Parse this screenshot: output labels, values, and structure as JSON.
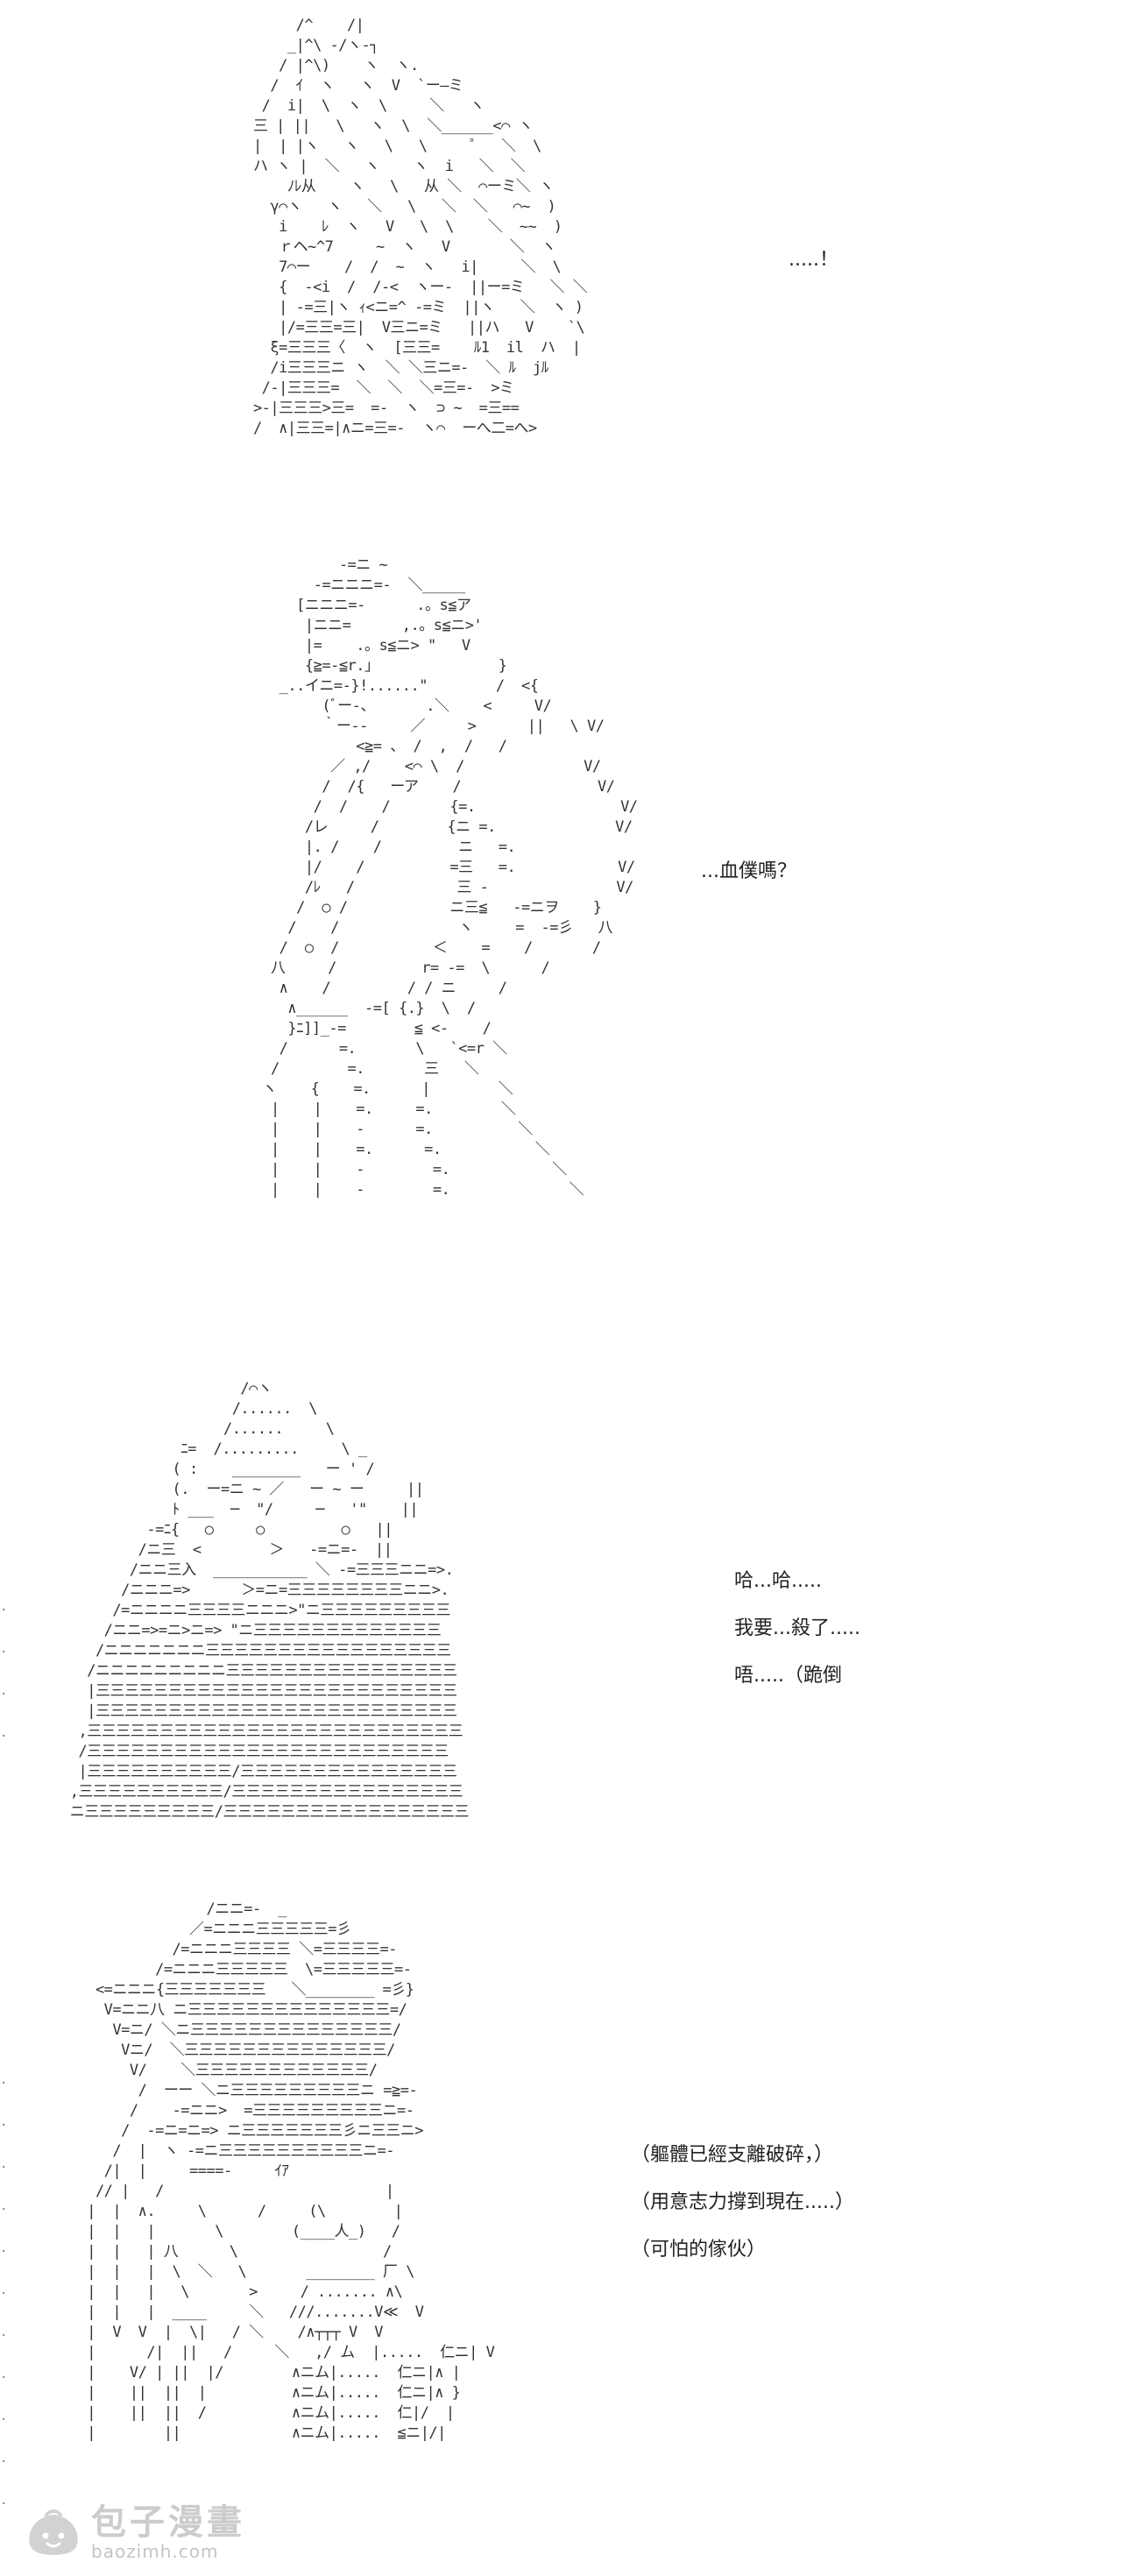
{
  "panels": [
    {
      "art": "         /^    /|\n        _|^\\ -/ヽ-┐\n       / |^\\)    ヽ  ヽ.\n      /  ｲ  ヽ   ヽ  V  `ー―ミ\n     /  i|  \\  ヽ  \\     ＼   ヽ\n    三 | ||   \\   ヽ  \\  ＼______<⌒ ヽ\n    |  | |ヽ   ヽ   \\   \\     ゜  ＼  \\\n    ハ ヽ |  ＼   ヽ    ヽ  i   ＼  ＼\n        ﾉﾚ从    ヽ   \\   从 ＼  ⌒ーミ＼ ヽ\n      γ⌒ヽ   ヽ   ＼   \\   ＼  ＼   ⌒~  )\n       i    ﾚ  ヽ   V   \\  \\    ＼  ~~  )\n       ｒヘ~^7     ~  ヽ   V       ＼  ヽ\n       7⌒ー    /  /  ~  ヽ   i|     ＼  \\\n       {  -<i  /  /-<  ヽー-  ||ー=ミ   ＼ ＼\n       | -=三|ヽ ｨ<ニ=^ -=ミ  ||ヽ   ＼  ヽ )\n       |/=三三=三|  V三ニ=ミ   ||ハ   V    `\\\n      ξ=三三三〈  ヽ  [三三=    ﾙ1  il  ハ  |\n      /i三三三ニ ヽ  ＼ ＼三ニ=-  ＼ ﾙ  jﾙ\n     /-|三三三=  ＼  ＼  ＼=三=-  >ミ\n    >-|三三三>三=  =-  ヽ  ⊃ ~  =三==\n    /  ∧|三三=|∧ニ=三=-  ヽ⌒  ーへ二=へ>",
      "dialog": [
        ".....！"
      ]
    },
    {
      "art": "            -=ニ ~\n         -=ニニニ=-  ＼_____\n       [ニニニ=-      .。s≦ア\n        |ニニ=      ,.。s≦ニ>'\n        |=    .。s≦ニ> \"   V\n        {≧=-≦r.」              }\n     _..イニ=-}!......\"        /  <{\n          (ﾞー-、      .＼    <     V/\n          ｀ー--     ／     >      ||   \\ V/\n              <≧= 、 /  ,  /   /\n           ／ ,/    <⌒ \\  /              V/\n          /  /{   ーア    /                V/\n         /  /    /       {=.                 V/\n        /レ     /        {ニ =.              V/\n        |. /    /         ニ   =.\n        |/    /          =三   =.            V/\n        /ﾚ   /            三 -               V/\n       /  ○ /            ニ三≦   -=ニヲ    }\n      /    /              ヽ     =  -=彡   八\n     /  ○  /           ＜    =    /       /\n    八     /          r= -=  \\      /\n     ∧    /         / / ニ     /\n      ∧______  -=[ {.}  \\  /\n      }ﾆ]]_-=        ≦ <-    /\n     /      =.       \\   `<=r ＼\n    /        =.       三   ＼\n   ヽ    {    =.      |        ＼\n    |    |    =.     =.        ＼\n    |    |    -      =.          ＼\n    |    |    =.      =.           ＼\n    |    |    -        =.            ＼\n    |    |    -        =.              ＼",
      "dialog": [
        "...血僕嗎？"
      ]
    },
    {
      "art": "                     /⌒ヽ\n                    /......  \\\n                   /......     \\\n              ﾆ=  /.........     \\ _\n             ( :    ________   ー ' /\n             (.  ー=ニ ~ ／   ー ~ ー     ||\n             ﾄ ___  ─  \"/     ─   '\"    ||\n          -=ﾆ{   ○     ○         ○   ||\n         /ニ三  <        ＞   -=ニ=-  ||\n        /ニニ三入  ___________ ＼ -=三三三ニニ=>.\n       /ニニニ=>      ＞=ニ=三三三三三三三三ニニ>.\n      /=ニニニニ三三三三ニニニ>\"ニ三三三三三三三三三\n     /ニニ=>=ニ>ニ=> \"ニ三三三三三三三三三三三三三\n    /ニニニニニニニ三三三三三三三三三三三三三三三三三\n   /ニニニニニニニニニ三三三三三三三三三三三三三三三三\n   |三三三三三三三三三三三三三三三三三三三三三三三三三\n   |三三三三三三三三三三三三三三三三三三三三三三三三三\n  ,三三三三三三三三三三三三三三三三三三三三三三三三三三\n  /三三三三三三三三三三三三三三三三三三三三三三三三三\n  |三三三三三三三三三三/三三三三三三三三三三三三三三三\n ,三三三三三三三三三三/三三三三三三三三三三三三三三三三\n ニ三三三三三三三三三/三三三三三三三三三三三三三三三三三",
      "dialog": [
        "哈...哈.....",
        "我要...殺了.....",
        "唔.....（跪倒"
      ]
    },
    {
      "art": "                 /ニニ=-  _\n               ／=ニニニ三三三三三=彡\n             /=ニニニ三三三三 ＼=三三三三=-\n           /=ニニニ三三三三三  \\=三三三三三=-\n    <=ニニニ{三三三三三三三   ＼________ =彡}\n     V=ニニ八 ニ三三三三三三三三三三三三三三=/\n      V=ニ/ ＼ニ三三三三三三三三三三三三三三/\n       Vニ/  ＼三三三三三三三三三三三三三三/\n        V/    ＼三三三三三三三三三三三三/\n         /  ーー ＼ニ三三三三三三三三三ニ =≧=-\n        /    -=ニニ>  =三三三三三三三三三ニ=-\n       /  -=ニ=ニ=> ニ三三三三三三三彡ニ三三ニ>\n      /  |  ヽ -=ニ三三三三三三三三三三ニ=-\n     /|  |     ====-     ｲｱ\n    // |   /                          |\n   |  |  ∧.     \\      /     (\\        |\n   |  |   |       \\        (____人_)   /\n   |  |   | 八      \\                 /\n   |  |   |  \\  ＼   \\       ________ 厂 \\\n   |  |   |   \\       >     / ....... ∧\\\n   |  |   |  ____     ＼   ///.......V≪  V\n   |  V  V  |  \\|   / ＼    /∧┬┬┬ V  V\n   |      /|  ||   /     ＼   ,/ ム  |.....  仁ニ| V\n   |    V/ | ||  |/        ∧ニム|.....  仁ニ|∧ |\n   |    ||  ||  |          ∧ニム|.....  仁ニ|∧ }\n   |    ||  ||  /          ∧ニム|.....  仁|/  |\n   |        ||             ∧ニム|.....  ≦ニ|/|",
      "dialog": [
        "（軀體已經支離破碎，）",
        "（用意志力撐到現在.....）",
        "（可怕的傢伙）"
      ]
    }
  ],
  "watermark": {
    "name": "包子漫畫",
    "domain": "baozimh.com",
    "colors": {
      "icon": "#d2d2d2",
      "text": "#cccccc"
    }
  }
}
